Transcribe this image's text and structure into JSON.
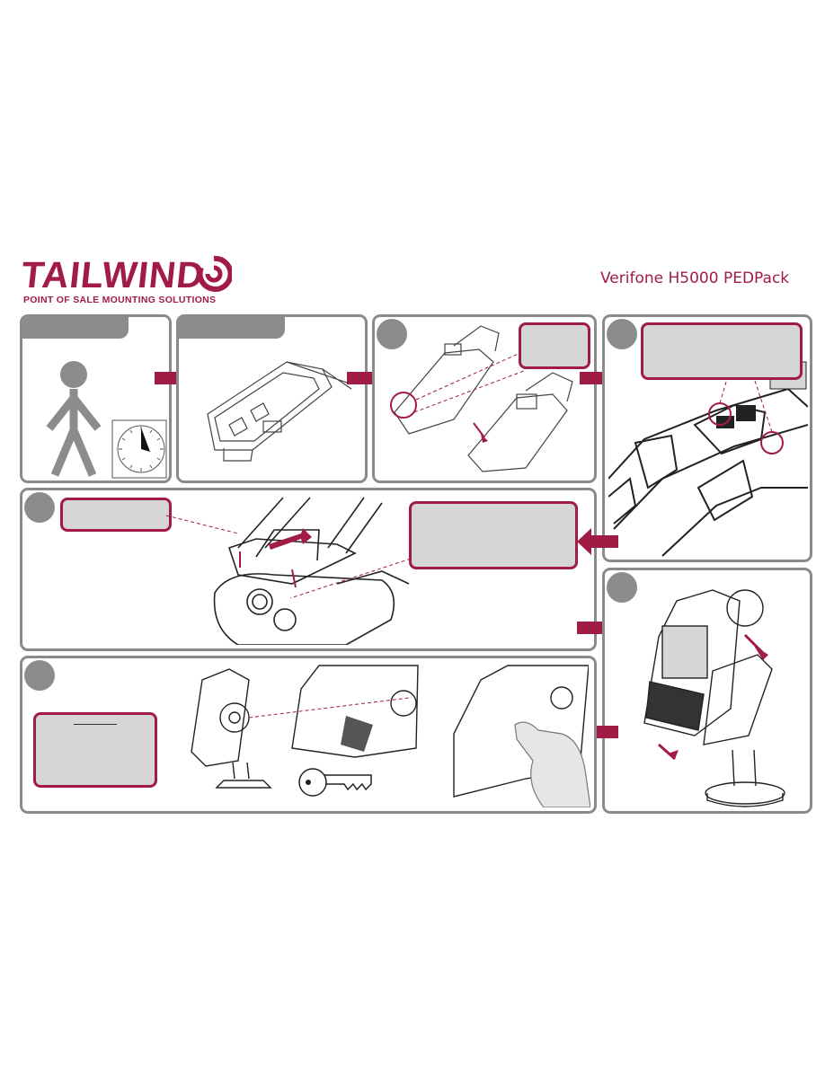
{
  "header": {
    "logo_text": "TAILWIND",
    "logo_tagline": "POINT OF SALE MOUNTING SOLUTIONS",
    "product_title": "Verifone H5000 PEDPack"
  },
  "colors": {
    "brand": "#a01c44",
    "panel_border": "#8a8a8a",
    "header_gray": "#8c8c8c",
    "callout_fill": "#d6d6d6"
  },
  "icons": [
    "person-icon",
    "clock-icon",
    "key-icon",
    "hand-icon",
    "arrow-right-icon",
    "arrow-left-icon"
  ],
  "steps": [
    {
      "id": "step-1",
      "illustration": "person-with-clock"
    },
    {
      "id": "step-2",
      "illustration": "mount-base"
    },
    {
      "id": "step-3",
      "illustration": "cradle-assembly"
    },
    {
      "id": "step-4",
      "illustration": "cradle-detail"
    },
    {
      "id": "step-5",
      "illustration": "slide-latch"
    },
    {
      "id": "step-6",
      "illustration": "terminal-on-stand"
    },
    {
      "id": "step-7",
      "illustration": "key-lock"
    }
  ]
}
